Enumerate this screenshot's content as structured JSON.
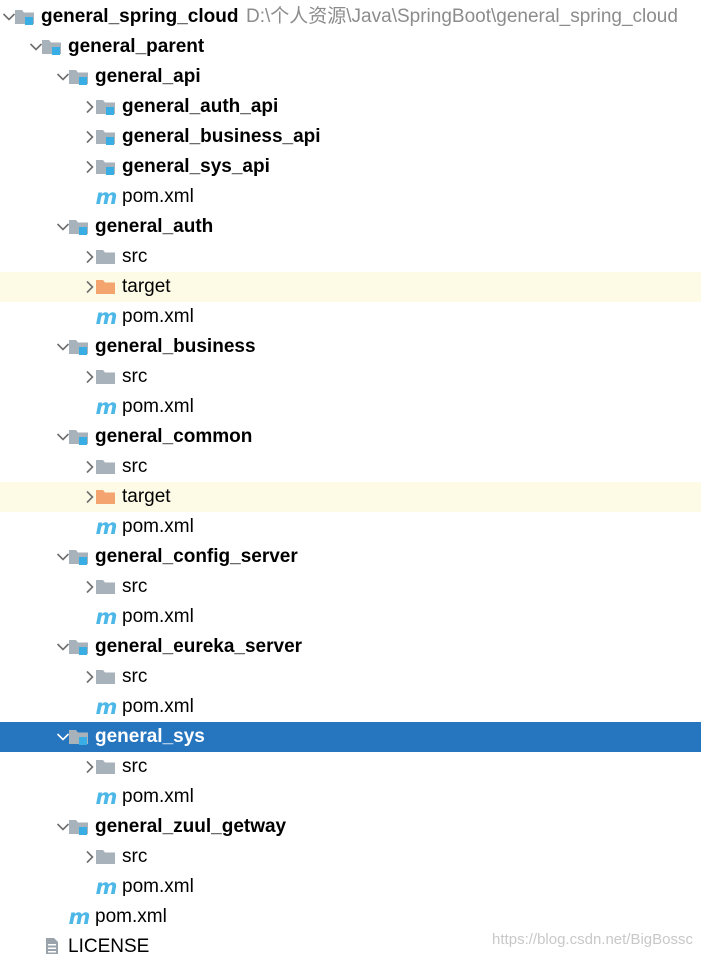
{
  "tree": [
    {
      "label": "general_spring_cloud",
      "path": "D:\\个人资源\\Java\\SpringBoot\\general_spring_cloud",
      "kind": "module",
      "depth": 0,
      "expanded": true
    },
    {
      "label": "general_parent",
      "kind": "module",
      "depth": 1,
      "expanded": true
    },
    {
      "label": "general_api",
      "kind": "module",
      "depth": 2,
      "expanded": true
    },
    {
      "label": "general_auth_api",
      "kind": "module",
      "depth": 3,
      "expanded": false
    },
    {
      "label": "general_business_api",
      "kind": "module",
      "depth": 3,
      "expanded": false
    },
    {
      "label": "general_sys_api",
      "kind": "module",
      "depth": 3,
      "expanded": false
    },
    {
      "label": "pom.xml",
      "kind": "pom",
      "depth": 3
    },
    {
      "label": "general_auth",
      "kind": "module",
      "depth": 2,
      "expanded": true
    },
    {
      "label": "src",
      "kind": "folder",
      "depth": 3,
      "expanded": false
    },
    {
      "label": "target",
      "kind": "excluded",
      "depth": 3,
      "expanded": false
    },
    {
      "label": "pom.xml",
      "kind": "pom",
      "depth": 3
    },
    {
      "label": "general_business",
      "kind": "module",
      "depth": 2,
      "expanded": true
    },
    {
      "label": "src",
      "kind": "folder",
      "depth": 3,
      "expanded": false
    },
    {
      "label": "pom.xml",
      "kind": "pom",
      "depth": 3
    },
    {
      "label": "general_common",
      "kind": "module",
      "depth": 2,
      "expanded": true
    },
    {
      "label": "src",
      "kind": "folder",
      "depth": 3,
      "expanded": false
    },
    {
      "label": "target",
      "kind": "excluded",
      "depth": 3,
      "expanded": false
    },
    {
      "label": "pom.xml",
      "kind": "pom",
      "depth": 3
    },
    {
      "label": "general_config_server",
      "kind": "module",
      "depth": 2,
      "expanded": true
    },
    {
      "label": "src",
      "kind": "folder",
      "depth": 3,
      "expanded": false
    },
    {
      "label": "pom.xml",
      "kind": "pom",
      "depth": 3
    },
    {
      "label": "general_eureka_server",
      "kind": "module",
      "depth": 2,
      "expanded": true
    },
    {
      "label": "src",
      "kind": "folder",
      "depth": 3,
      "expanded": false
    },
    {
      "label": "pom.xml",
      "kind": "pom",
      "depth": 3
    },
    {
      "label": "general_sys",
      "kind": "module",
      "depth": 2,
      "expanded": true,
      "selected": true
    },
    {
      "label": "src",
      "kind": "folder",
      "depth": 3,
      "expanded": false
    },
    {
      "label": "pom.xml",
      "kind": "pom",
      "depth": 3
    },
    {
      "label": "general_zuul_getway",
      "kind": "module",
      "depth": 2,
      "expanded": true
    },
    {
      "label": "src",
      "kind": "folder",
      "depth": 3,
      "expanded": false
    },
    {
      "label": "pom.xml",
      "kind": "pom",
      "depth": 3
    },
    {
      "label": "pom.xml",
      "kind": "pom",
      "depth": 2
    },
    {
      "label": "LICENSE",
      "kind": "file",
      "depth": 1
    }
  ],
  "icons": {
    "module": "module-folder-icon",
    "folder": "folder-icon",
    "excluded": "excluded-folder-icon",
    "pom": "maven-pom-icon",
    "file": "text-file-icon"
  },
  "colors": {
    "selection": "#2675bf",
    "excluded_background": "#fdfbe6",
    "folder_gray": "#a8b2bb",
    "excluded_folder": "#f3a46f",
    "module_badge": "#39aee5",
    "maven_blue": "#4db8e8",
    "path_gray": "#8c8c8c"
  },
  "watermark": "https://blog.csdn.net/BigBossc"
}
